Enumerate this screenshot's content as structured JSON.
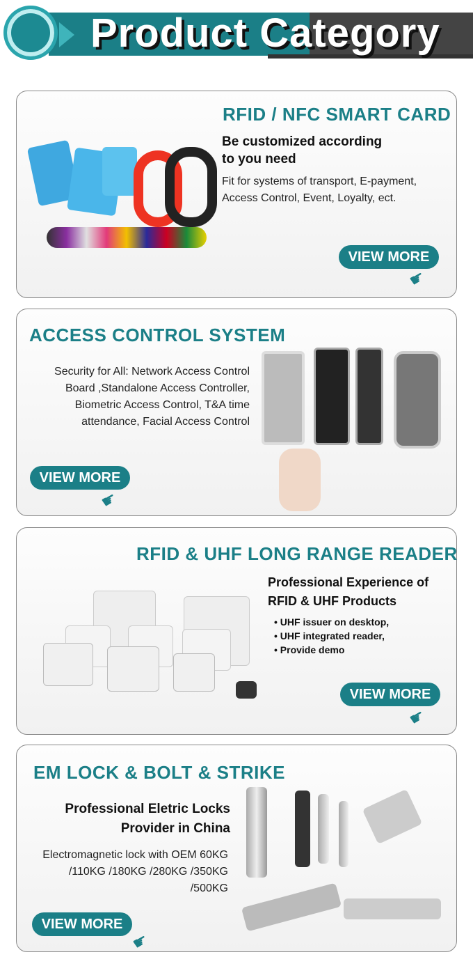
{
  "header": {
    "title": "Product Category"
  },
  "cards": [
    {
      "title": "RFID / NFC SMART CARD",
      "subtitle": "Be customized according to you need",
      "text": "Fit for systems of transport, E-payment, Access Control, Event, Loyalty, ect.",
      "button": "VIEW MORE"
    },
    {
      "title": "ACCESS CONTROL SYSTEM",
      "text": "Security for All:  Network Access Control Board ,Standalone Access Controller, Biometric Access Control, T&A time attendance, Facial Access Control",
      "button": "VIEW MORE"
    },
    {
      "title": "RFID & UHF LONG RANGE READER",
      "subtitle": "Professional Experience of RFID & UHF Products",
      "bullets": [
        "UHF issuer on desktop,",
        "UHF integrated reader,",
        "Provide demo"
      ],
      "button": "VIEW MORE"
    },
    {
      "title": "EM LOCK & BOLT & STRIKE",
      "subtitle": "Professional Eletric Locks Provider in China",
      "text": "Electromagnetic lock with OEM 60KG /110KG /180KG /280KG /350KG /500KG",
      "button": "VIEW MORE"
    }
  ],
  "colors": {
    "accent": "#1b7f87",
    "banner_dark": "#444444"
  },
  "icons": {
    "button_hint": "pointing-hand-icon"
  }
}
